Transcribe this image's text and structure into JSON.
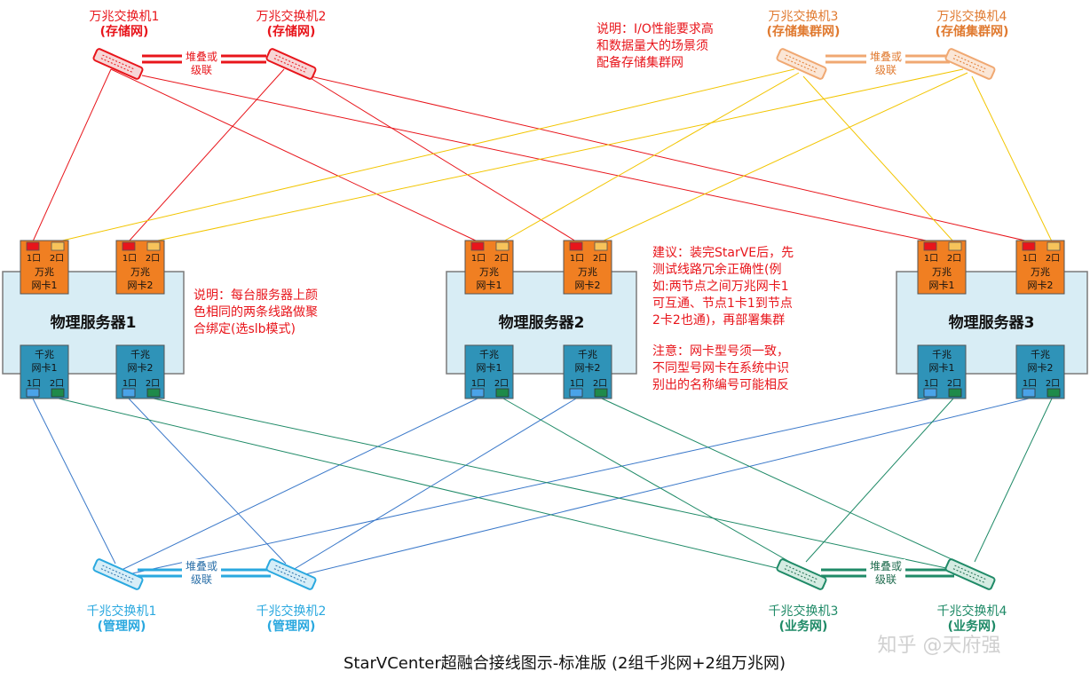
{
  "colors": {
    "red": "#e8151b",
    "orange_light": "#f0a872",
    "gold": "#f2c500",
    "blue": "#3a78c9",
    "cyan": "#2aa8df",
    "green": "#1f8a67",
    "server_fill": "#d8edf5",
    "nic10g_fill": "#f07f22",
    "nic1g_fill": "#2f93b8"
  },
  "switches_top": [
    {
      "name": "万兆交换机1",
      "net": "(存储网)"
    },
    {
      "name": "万兆交换机2",
      "net": "(存储网)"
    },
    {
      "name": "万兆交换机3",
      "net": "(存储集群网)"
    },
    {
      "name": "万兆交换机4",
      "net": "(存储集群网)"
    }
  ],
  "switches_bottom": [
    {
      "name": "千兆交换机1",
      "net": "(管理网)"
    },
    {
      "name": "千兆交换机2",
      "net": "(管理网)"
    },
    {
      "name": "千兆交换机3",
      "net": "(业务网)"
    },
    {
      "name": "千兆交换机4",
      "net": "(业务网)"
    }
  ],
  "stack_label": [
    "堆叠或",
    "级联"
  ],
  "servers": [
    {
      "name": "物理服务器1"
    },
    {
      "name": "物理服务器2"
    },
    {
      "name": "物理服务器3"
    }
  ],
  "nic10g_labels": [
    [
      "万兆",
      "网卡1"
    ],
    [
      "万兆",
      "网卡2"
    ]
  ],
  "nic1g_labels": [
    [
      "千兆",
      "网卡1"
    ],
    [
      "千兆",
      "网卡2"
    ]
  ],
  "port_labels": [
    "1口",
    "2口"
  ],
  "note_top": [
    "说明：I/O性能要求高",
    "和数据量大的场景须",
    "配备存储集群网"
  ],
  "note_left": [
    "说明：每台服务器上颜",
    "色相同的两条线路做聚",
    "合绑定(选slb模式)"
  ],
  "note_right_1": [
    "建议：装完StarVE后，先",
    "测试线路冗余正确性(例",
    "如:两节点之间万兆网卡1",
    "可互通、节点1卡1到节点",
    "2卡2也通)，再部署集群"
  ],
  "note_right_2": [
    "注意：网卡型号须一致，",
    "不同型号网卡在系统中识",
    "别出的名称编号可能相反"
  ],
  "caption": "StarVCenter超融合接线图示-标准版 (2组千兆网+2组万兆网)",
  "watermark": "知乎 @天府强"
}
